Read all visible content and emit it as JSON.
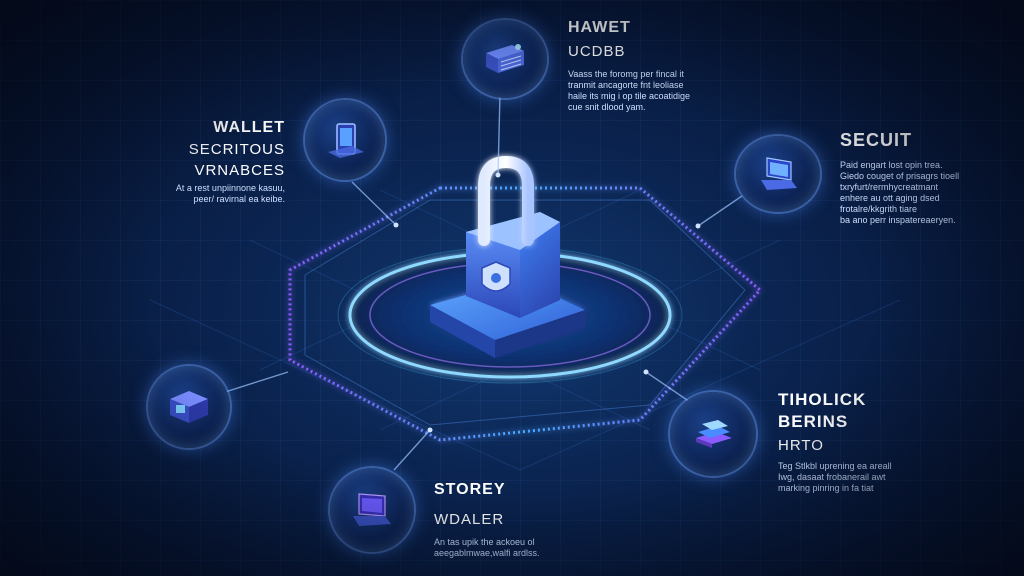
{
  "top": {
    "title": "HAWET",
    "subtitle": "UCDBB",
    "desc": [
      "Vaass the foromg per fincal it",
      "tranmit ancagorte fnt leoliase",
      "haile its mig i op tile acoatidige",
      "cue snit dlood yam."
    ]
  },
  "left_upper": {
    "title_lines": [
      "WALLET",
      "SECRITOUS",
      "VRNABCES"
    ],
    "desc": [
      "At a rest unpiinnone kasuu,",
      "peer/ ravirnal ea keibe."
    ]
  },
  "right_upper": {
    "title": "SECUIT",
    "desc": [
      "Paid engart lost opin trea.",
      "Giedo couget of prisagrs tioell",
      "txryfurt/rermhycreatmant",
      "enhere au ott aging dsed",
      "frotalre/kkgrith tiare",
      "ba ano perr inspatereaeryen."
    ]
  },
  "right_lower": {
    "title_lines": [
      "TIHOLICK",
      "BERINS"
    ],
    "subtitle": "HRTO",
    "desc": [
      "Teg Stlkbl uprening ea areall",
      "Iwg, dasaat frobanerail awt",
      "marking pinring in fa tiat"
    ]
  },
  "bottom": {
    "title": "STOREY",
    "subtitle": "WDALER",
    "desc": [
      "An tas upik the ackoeu ol",
      "aeegablmwae,walfi ardlss."
    ]
  },
  "icons": {
    "top": "server-rack-icon",
    "left_upper": "smartphone-icon",
    "right_upper": "laptop-icon",
    "right_lower": "layered-chip-icon",
    "left_lower": "cube-monitor-icon",
    "bottom": "laptop-icon"
  },
  "colors": {
    "accent_cyan": "#47c8ff",
    "accent_purple": "#8a5cff",
    "lock_blue": "#3a7dff"
  }
}
